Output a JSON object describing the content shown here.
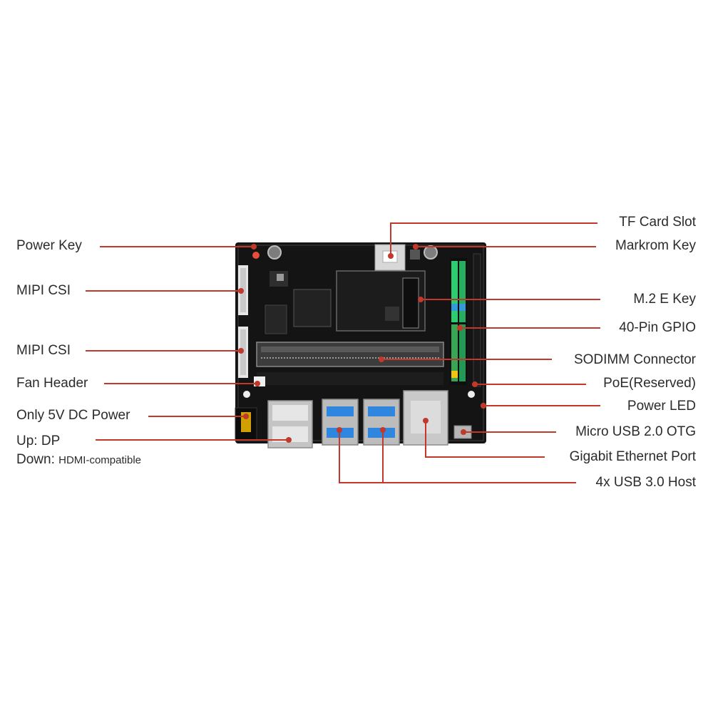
{
  "left_labels": {
    "power_key": "Power Key",
    "mipi_csi_1": "MIPI CSI",
    "mipi_csi_2": "MIPI CSI",
    "fan_header": "Fan Header",
    "dc_power": "Only 5V DC Power",
    "up_dp": "Up: DP",
    "down_prefix": "Down:",
    "down_hdmi": "HDMI-compatible"
  },
  "right_labels": {
    "tf_card_slot": "TF Card Slot",
    "markrom_key": "Markrom Key",
    "m2_e_key": "M.2 E Key",
    "gpio_40pin": "40-Pin GPIO",
    "sodimm": "SODIMM Connector",
    "poe": "PoE(Reserved)",
    "power_led": "Power LED",
    "micro_usb": "Micro USB 2.0 OTG",
    "ethernet": "Gigabit Ethernet Port",
    "usb_host": "4x USB 3.0 Host"
  },
  "colors": {
    "leader_line": "#c0392b",
    "board": "#141414",
    "label_text": "#2b2b2b"
  }
}
